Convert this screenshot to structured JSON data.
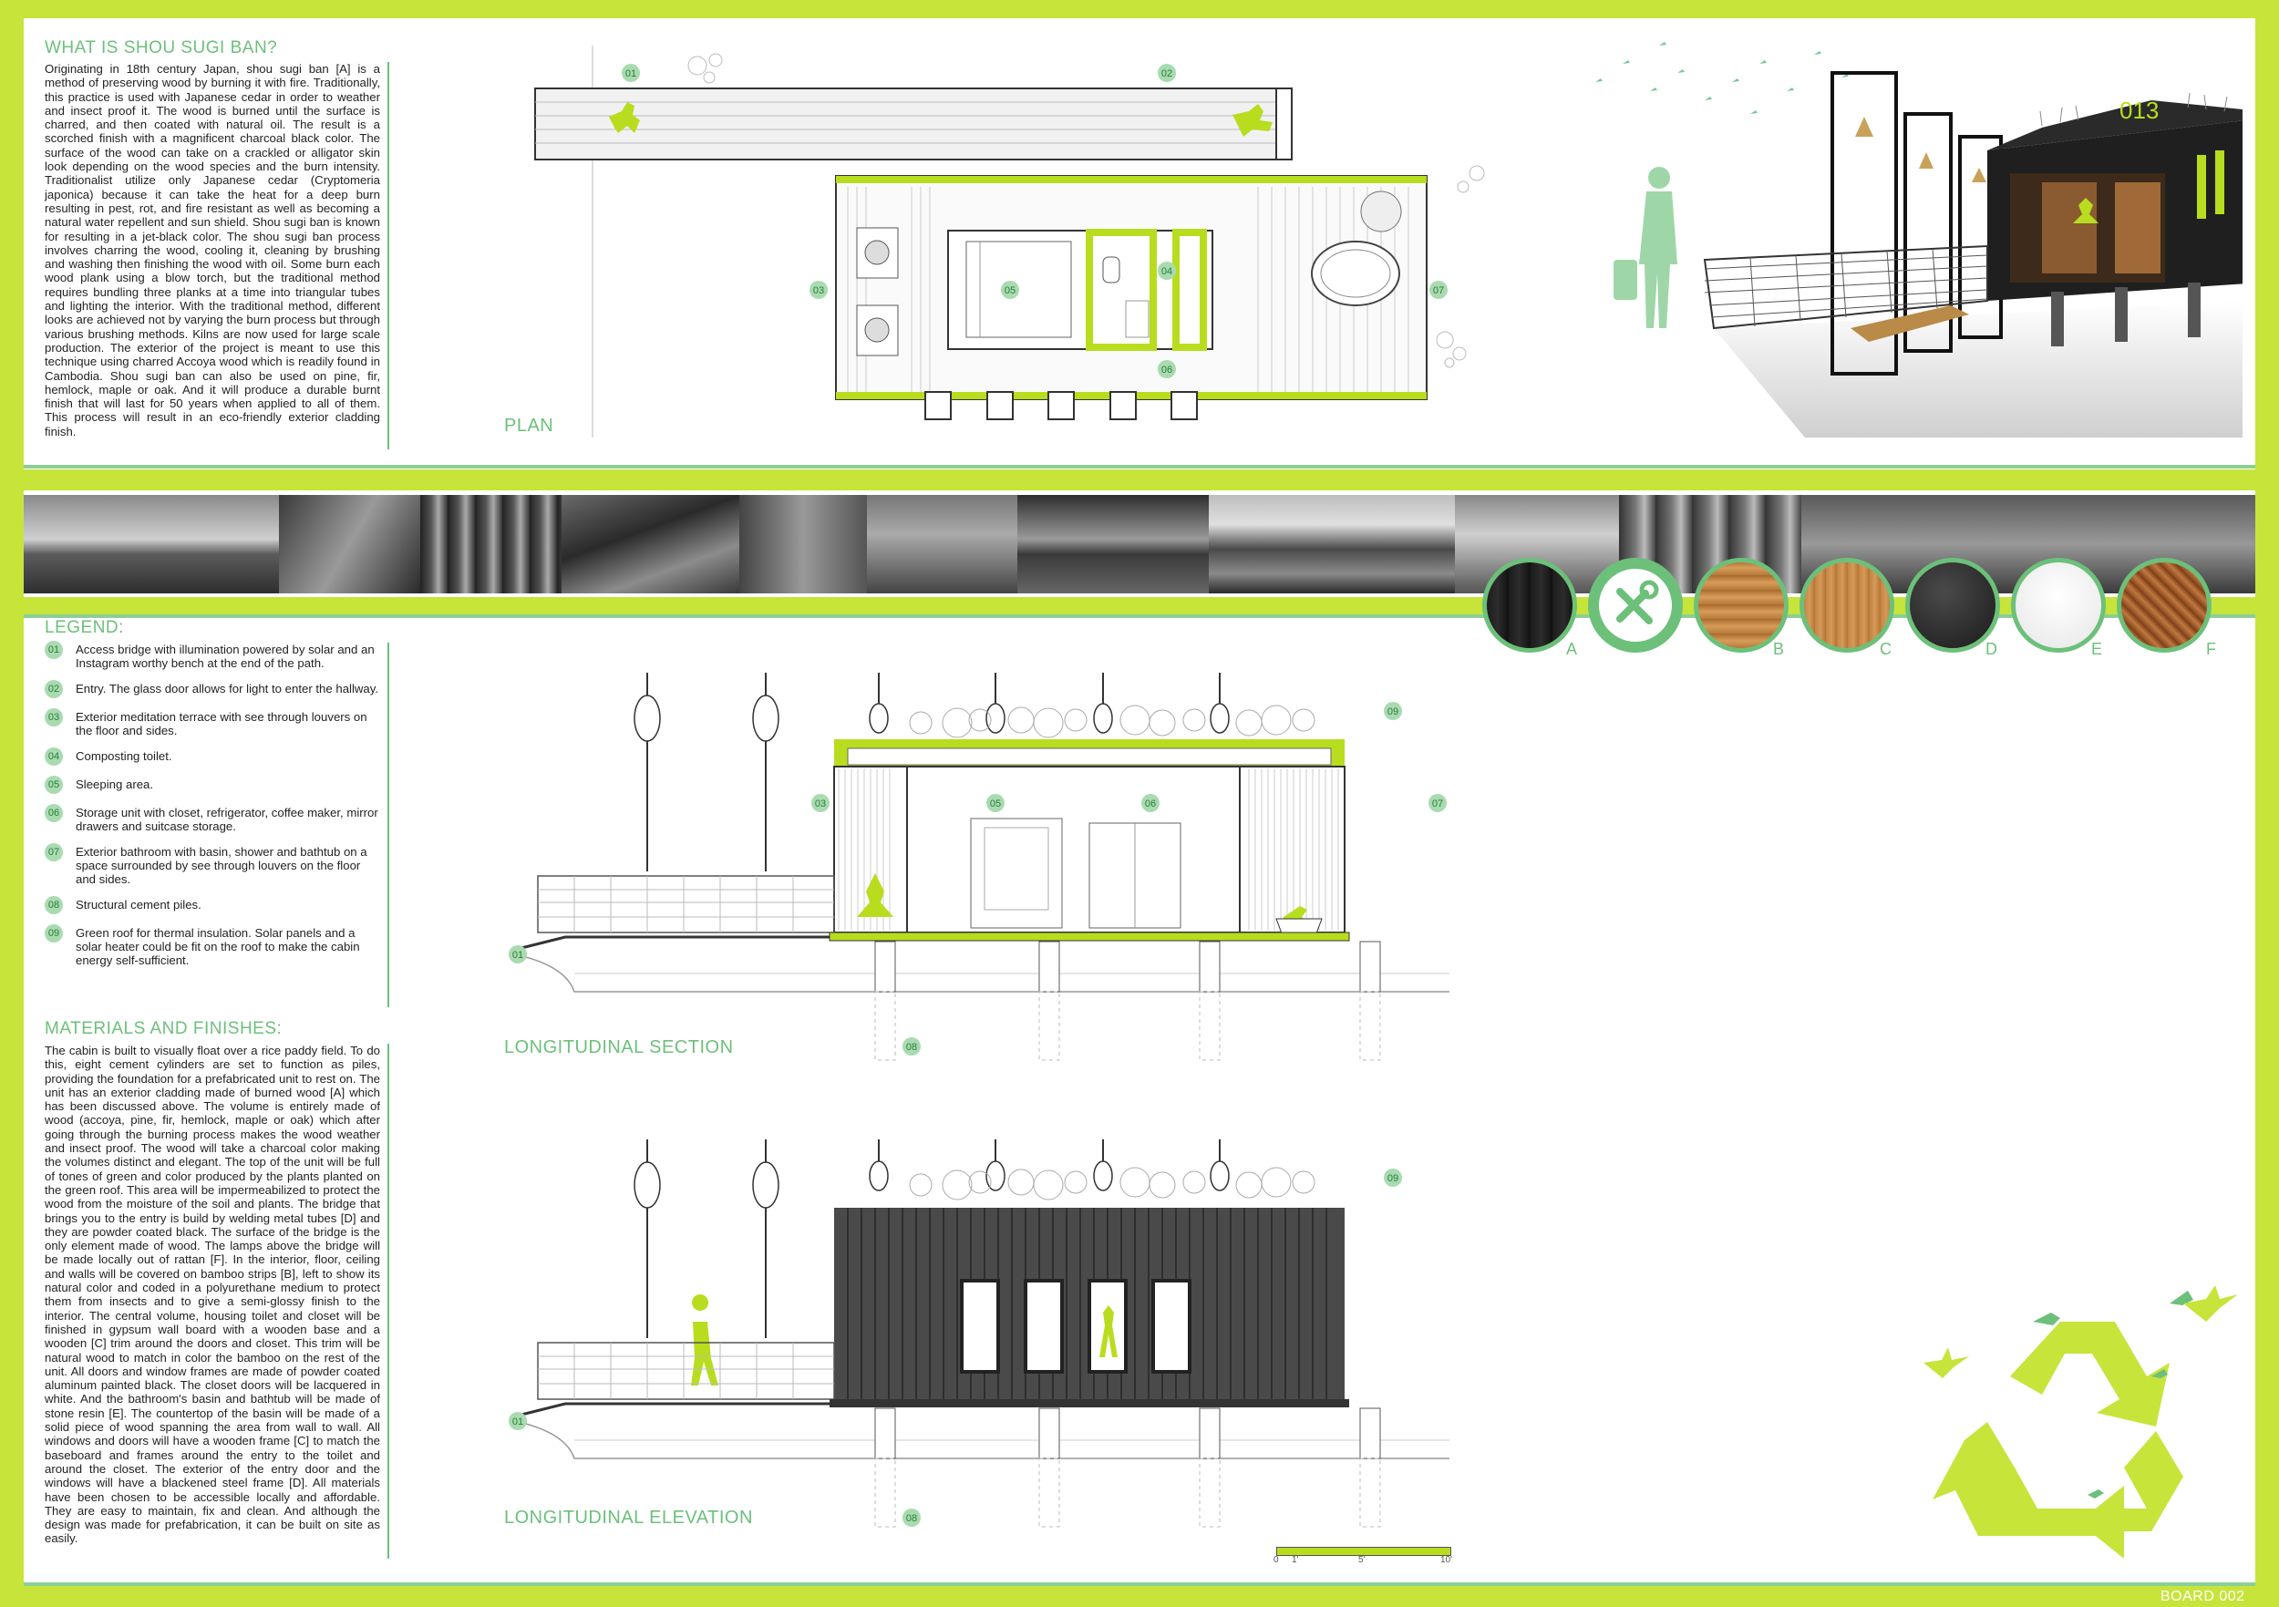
{
  "intro": {
    "title": "WHAT IS SHOU SUGI BAN?",
    "text": "Originating in 18th century Japan, shou sugi ban [A] is a method of preserving wood by burning it with fire. Traditionally, this practice is used with Japanese cedar in order to weather and insect proof it. The wood is burned until the surface is charred, and then coated with natural oil. The result is a scorched finish with a magnificent charcoal black color. The surface of the wood can take on a crackled or alligator skin look depending on the wood species and the burn intensity. Traditionalist utilize only Japanese cedar (Cryptomeria japonica) because it can take the heat for a deep burn resulting in pest, rot, and fire resistant as well as becoming a natural water repellent and sun shield. Shou sugi ban is known for resulting in a jet-black color. The shou sugi ban process involves charring the wood, cooling it, cleaning by brushing and washing then finishing the wood with oil. Some burn each wood plank using a blow torch, but the traditional method requires bundling three planks at a time into triangular tubes and lighting the interior. With the traditional method, different looks are achieved not by varying the burn process but through various brushing methods. Kilns are now used for large scale production. The exterior of the project is meant to use this technique using charred Accoya wood which is readily found in Cambodia. Shou sugi ban can also be used on pine, fir, hemlock, maple or oak. And it will produce a durable burnt finish that will last for 50 years when applied to all of them. This process will result in an eco-friendly exterior cladding finish."
  },
  "plan": {
    "label": "PLAN",
    "markers": [
      "01",
      "02",
      "03",
      "04",
      "05",
      "06",
      "07"
    ]
  },
  "render": {
    "cabin_number": "013"
  },
  "legend": {
    "title": "LEGEND:",
    "items": [
      {
        "num": "01",
        "text": "Access bridge with illumination powered by solar and an Instagram worthy bench at the end of the path."
      },
      {
        "num": "02",
        "text": "Entry. The glass door allows for light to enter the hallway."
      },
      {
        "num": "03",
        "text": "Exterior meditation terrace with see through louvers on the floor and sides."
      },
      {
        "num": "04",
        "text": "Composting toilet."
      },
      {
        "num": "05",
        "text": "Sleeping area."
      },
      {
        "num": "06",
        "text": "Storage unit with closet, refrigerator, coffee maker, mirror drawers and suitcase storage."
      },
      {
        "num": "07",
        "text": "Exterior bathroom with basin, shower and bathtub on a space surrounded by see through louvers on the floor and sides."
      },
      {
        "num": "08",
        "text": "Structural cement piles."
      },
      {
        "num": "09",
        "text": "Green roof for thermal insulation. Solar panels and a solar heater could be fit on the roof to make the cabin energy self-sufficient."
      }
    ]
  },
  "materials": {
    "title": "MATERIALS AND FINISHES:",
    "text": "The cabin is built to visually float over a rice paddy field. To do this, eight cement cylinders are set to function as piles, providing the foundation for a prefabricated unit to rest on. The unit has an exterior cladding made of burned wood [A] which has been discussed above. The volume is entirely made of wood (accoya, pine, fir, hemlock, maple or oak) which after going through the burning process makes the wood weather and insect proof. The wood will take a charcoal color making the volumes distinct and elegant. The top of the unit will be full of tones of green and color produced by the plants planted on the green roof. This area will be impermeabilized to protect the wood from the moisture of the soil and plants. The bridge that brings you to the entry is build by welding metal tubes [D] and they are powder coated black. The surface of the bridge is the only element made of wood. The lamps above the bridge will be made locally out of rattan [F]. In the interior, floor, ceiling and walls will be covered on bamboo strips [B], left to show its natural color and coded in a polyurethane medium to protect them from insects and to give a semi-glossy finish to the interior. The central volume, housing toilet and closet will be finished in gypsum wall board with a wooden base and a wooden [C] trim around the doors and closet. This trim will be natural wood to match in color the bamboo on the rest of the unit. All doors and window frames are made of powder coated aluminum painted black. The closet doors will be lacquered in white. And the bathroom's basin and bathtub will be made of stone resin [E]. The countertop of the basin will be made of a solid piece of wood spanning the area from wall to wall. All windows and doors will have a wooden frame [C] to match the baseboard and frames around the entry to the toilet and around the closet. The exterior of the entry door and the windows will have a blackened steel frame [D]. All materials have been chosen to be accessible locally and affordable. They are easy to maintain, fix and clean. And although the design was made for prefabrication, it can be built on site as easily."
  },
  "swatches": {
    "labels": [
      "A",
      "B",
      "C",
      "D",
      "E",
      "F"
    ]
  },
  "section": {
    "label": "LONGITUDINAL SECTION",
    "markers": [
      "01",
      "03",
      "05",
      "06",
      "07",
      "08",
      "09"
    ]
  },
  "elevation": {
    "label": "LONGITUDINAL ELEVATION",
    "markers": [
      "01",
      "08",
      "09"
    ]
  },
  "scale": {
    "ticks": [
      "0",
      "1'",
      "5'",
      "10'"
    ]
  },
  "board": {
    "label": "BOARD 002"
  },
  "colors": {
    "accent": "#c7e43b",
    "green_text": "#6cc07a",
    "line": "#8ccf96"
  }
}
